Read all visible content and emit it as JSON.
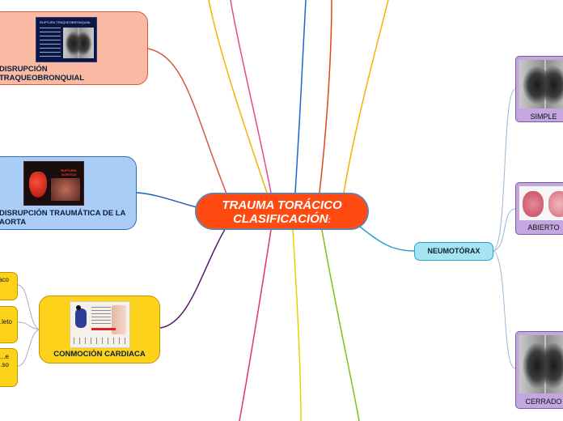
{
  "central": {
    "line1": "TRAUMA TORÁCICO",
    "line2": "CLASIFICACIÓN",
    "suffix": ":"
  },
  "nodes": {
    "disrupcion": {
      "line1": "DISRUPCIÓN",
      "line2": "TRAQUEOBRONQUIAL"
    },
    "aorta": {
      "line1": "DISRUPCIÓN TRAUMÁTICA DE LA",
      "line2": "AORTA"
    },
    "conmocion": {
      "label": "CONMOCIÓN CARDIACA"
    },
    "neumotorax": {
      "label": "NEUMOTÓRAX"
    }
  },
  "conmocion_children": [
    {
      "text": "...aco"
    },
    {
      "text": "...leto"
    },
    {
      "text": "...e",
      "text2": "...so"
    }
  ],
  "neumo_children": [
    {
      "label": "SIMPLE"
    },
    {
      "label": "ABIERTO"
    },
    {
      "label": "CERRADO"
    }
  ],
  "thumbnails": {
    "disrupcion_title": "RUPTURA TRAQUEOBRONQUIAL",
    "aorta_title": "RUPTURA AORTICA"
  },
  "colors": {
    "central": "#ff4a12",
    "disrupcion": "#f9b9a3",
    "aorta": "#a9cdf6",
    "conmocion": "#fcd21a",
    "neumotorax": "#a6e4f2",
    "neumo_children": "#c3a7de"
  }
}
